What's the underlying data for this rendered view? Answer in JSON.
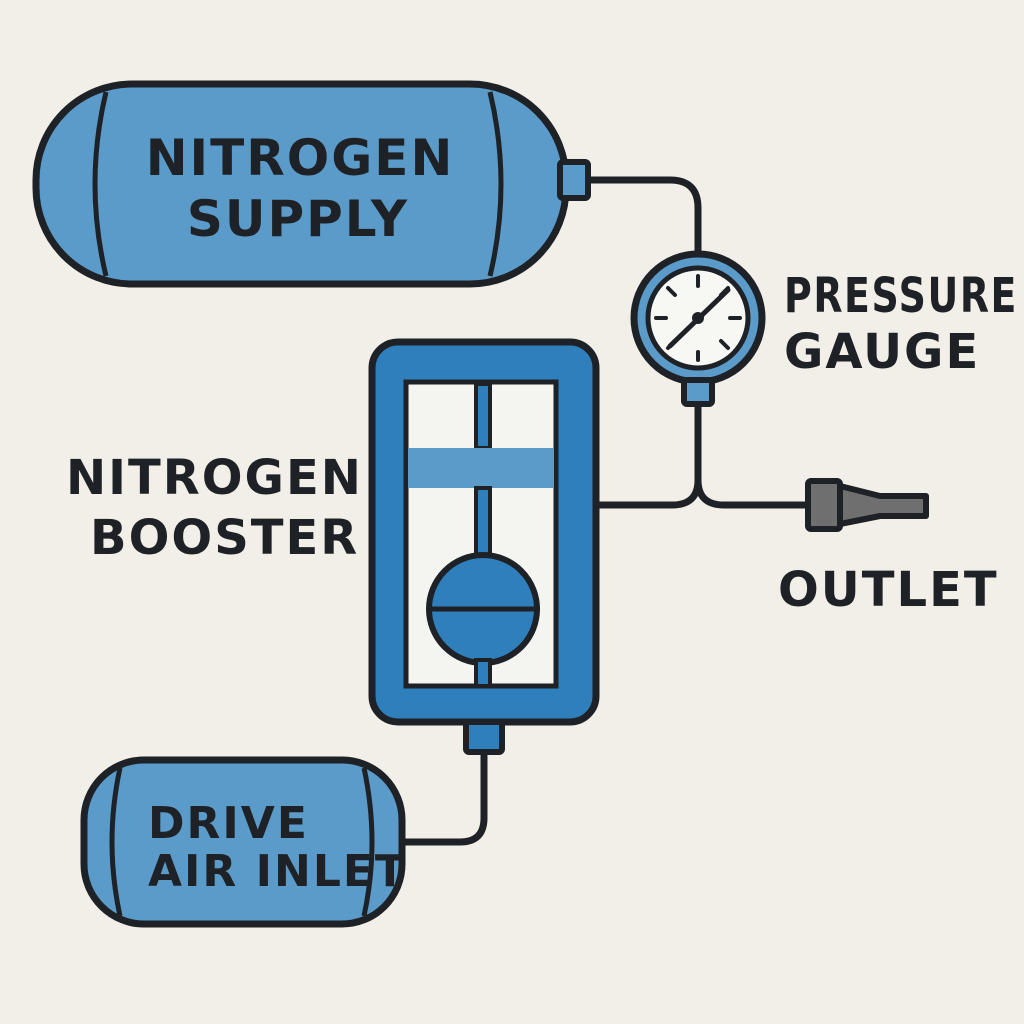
{
  "colors": {
    "background": "#f2efe8",
    "tank_fill": "#5b9bc9",
    "booster_fill": "#2f7fbd",
    "outline": "#1e2226",
    "gauge_face": "#f7f7f4",
    "outlet_fitting": "#6f6f6f",
    "window_fill": "#f4f4f0"
  },
  "components": {
    "nitrogen_supply": {
      "icon": "tank-icon",
      "line1": "NITROGEN",
      "line2": "SUPPLY"
    },
    "pressure_gauge": {
      "icon": "gauge-icon",
      "line1": "PRESSURE",
      "line2": "GAUGE"
    },
    "nitrogen_booster": {
      "icon": "piston-pump-icon",
      "line1": "NITROGEN",
      "line2": "BOOSTER"
    },
    "outlet": {
      "icon": "nozzle-icon",
      "label": "OUTLET"
    },
    "drive_air_inlet": {
      "icon": "tank-icon",
      "line1": "DRIVE",
      "line2": "AIR INLET"
    }
  }
}
